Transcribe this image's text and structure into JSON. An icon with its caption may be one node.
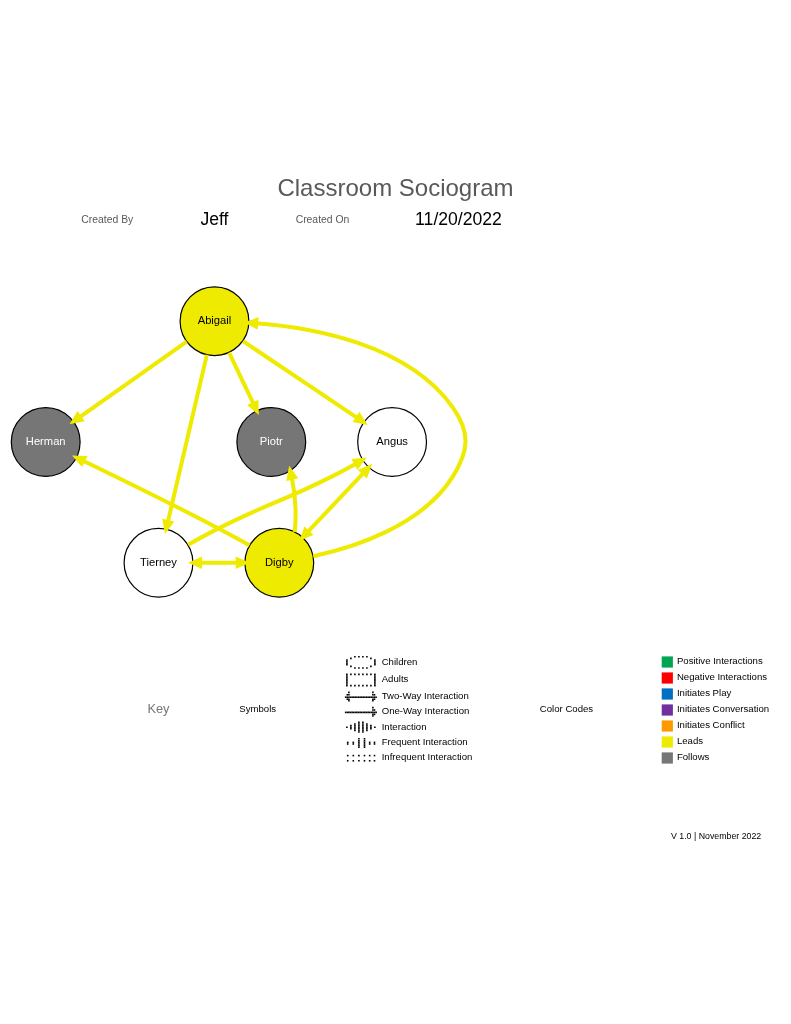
{
  "diagram": {
    "title": "Classroom Sociogram",
    "nodes": [
      {
        "text": [
          "Abigail"
        ]
      },
      {
        "text": [
          "Herman"
        ]
      },
      {
        "text": [
          "Angus"
        ]
      },
      {
        "text": [
          "Piotr"
        ]
      },
      {
        "text": [
          "Tierney"
        ]
      },
      {
        "text": [
          "Digby"
        ]
      }
    ],
    "edges": [
      {
        "from": 0,
        "to": 1,
        "arrow": "to"
      },
      {
        "from": 0,
        "to": 2,
        "arrow": "to"
      },
      {
        "from": 0,
        "to": 3,
        "arrow": "to"
      },
      {
        "from": 0,
        "to": 4,
        "arrow": "to"
      },
      {
        "from": 5,
        "to": 0,
        "arrow": "to"
      },
      {
        "from": 5,
        "to": 1,
        "arrow": "to"
      },
      {
        "from": 4,
        "to": 2,
        "arrow": "to"
      },
      {
        "from": 4,
        "to": 5,
        "arrow": "both"
      },
      {
        "from": 2,
        "to": 5,
        "arrow": "both"
      },
      {
        "from": 5,
        "to": 3,
        "arrow": "to"
      }
    ],
    "labels": [
      "Created By",
      "Jeff",
      "Created On",
      "11/20/2022",
      "Key",
      "Symbols",
      "Color Codes",
      "V 1.0 | November 2022"
    ],
    "legend": [
      {
        "text": "Children"
      },
      {
        "text": "Adults"
      },
      {
        "text": "Two-Way Interaction"
      },
      {
        "text": "One-Way Interaction"
      },
      {
        "text": "Interaction"
      },
      {
        "text": "Frequent Interaction"
      },
      {
        "text": "Infrequent Interaction"
      },
      {
        "text": "Positive Interactions",
        "color": "#00a651"
      },
      {
        "text": "Negative Interactions",
        "color": "#ff0000"
      },
      {
        "text": "Initiates Play",
        "color": "#0070c0"
      },
      {
        "text": "Initiates Conversation",
        "color": "#7030a0"
      },
      {
        "text": "Initiates Conflict",
        "color": "#ff9900"
      },
      {
        "text": "Leads",
        "color": "#eeea00"
      },
      {
        "text": "Follows",
        "color": "#767676"
      }
    ]
  }
}
